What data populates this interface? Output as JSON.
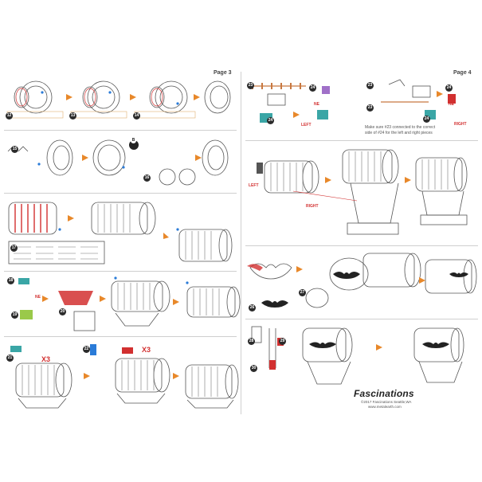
{
  "pages": {
    "left_label": "Page 3",
    "right_label": "Page 4"
  },
  "steps": {
    "s12": "12",
    "s13": "13",
    "s14": "14",
    "s15": "15",
    "s16": "16",
    "s17": "17",
    "s18": "18",
    "s19": "19",
    "s20": "20",
    "s21": "21",
    "s22": "22",
    "s23": "23",
    "s24": "24",
    "s25": "25",
    "s26": "26",
    "s27": "27",
    "s28": "28",
    "s29": "29",
    "s30": "30"
  },
  "labels": {
    "left": "LEFT",
    "right": "RIGHT",
    "ne": "NE",
    "x3": "X3",
    "b_badge": "B",
    "note_line1": "Make sure #23 connected to the correct",
    "note_line2": "side of #24 for the left and right pieces"
  },
  "footer": {
    "brand": "Fascinations",
    "copyright": "©2017 Fascinations Seattle,WA",
    "website": "www.metalearth.com"
  },
  "colors": {
    "accent_red": "#d23030",
    "arrow_orange": "#e8882a",
    "dot_blue": "#2a7bd8",
    "part_teal": "#3aa6a6"
  }
}
